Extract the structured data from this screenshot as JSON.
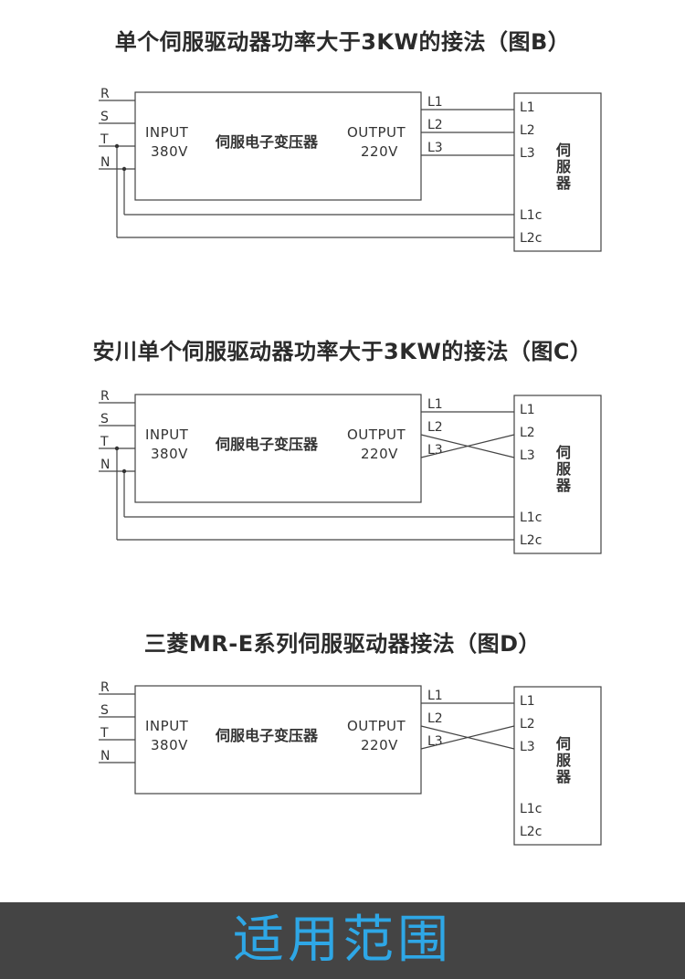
{
  "diagrams": [
    {
      "title": "单个伺服驱动器功率大于3KW的接法（图B）",
      "input_lines": [
        "R",
        "S",
        "T",
        "N"
      ],
      "transformer": {
        "input_label": "INPUT",
        "input_voltage": "380V",
        "name": "伺服电子变压器",
        "output_label": "OUTPUT",
        "output_voltage": "220V"
      },
      "output_lines": [
        "L1",
        "L2",
        "L3"
      ],
      "servo": {
        "terminals": [
          "L1",
          "L2",
          "L3"
        ],
        "control_terminals": [
          "L1c",
          "L2c"
        ],
        "name_chars": [
          "伺",
          "服",
          "器"
        ]
      },
      "crossed": false,
      "control_from_TN": true
    },
    {
      "title": "安川单个伺服驱动器功率大于3KW的接法（图C）",
      "input_lines": [
        "R",
        "S",
        "T",
        "N"
      ],
      "transformer": {
        "input_label": "INPUT",
        "input_voltage": "380V",
        "name": "伺服电子变压器",
        "output_label": "OUTPUT",
        "output_voltage": "220V"
      },
      "output_lines": [
        "L1",
        "L2",
        "L3"
      ],
      "servo": {
        "terminals": [
          "L1",
          "L2",
          "L3"
        ],
        "control_terminals": [
          "L1c",
          "L2c"
        ],
        "name_chars": [
          "伺",
          "服",
          "器"
        ]
      },
      "crossed": true,
      "control_from_TN": true
    },
    {
      "title": "三菱MR-E系列伺服驱动器接法（图D）",
      "input_lines": [
        "R",
        "S",
        "T",
        "N"
      ],
      "transformer": {
        "input_label": "INPUT",
        "input_voltage": "380V",
        "name": "伺服电子变压器",
        "output_label": "OUTPUT",
        "output_voltage": "220V"
      },
      "output_lines": [
        "L1",
        "L2",
        "L3"
      ],
      "servo": {
        "terminals": [
          "L1",
          "L2",
          "L3"
        ],
        "control_terminals": [
          "L1c",
          "L2c"
        ],
        "name_chars": [
          "伺",
          "服",
          "器"
        ]
      },
      "crossed": true,
      "control_from_TN": false
    }
  ],
  "footer": {
    "title": "适用范围",
    "title_color": "#2ea7e6",
    "background_color": "#444444"
  }
}
